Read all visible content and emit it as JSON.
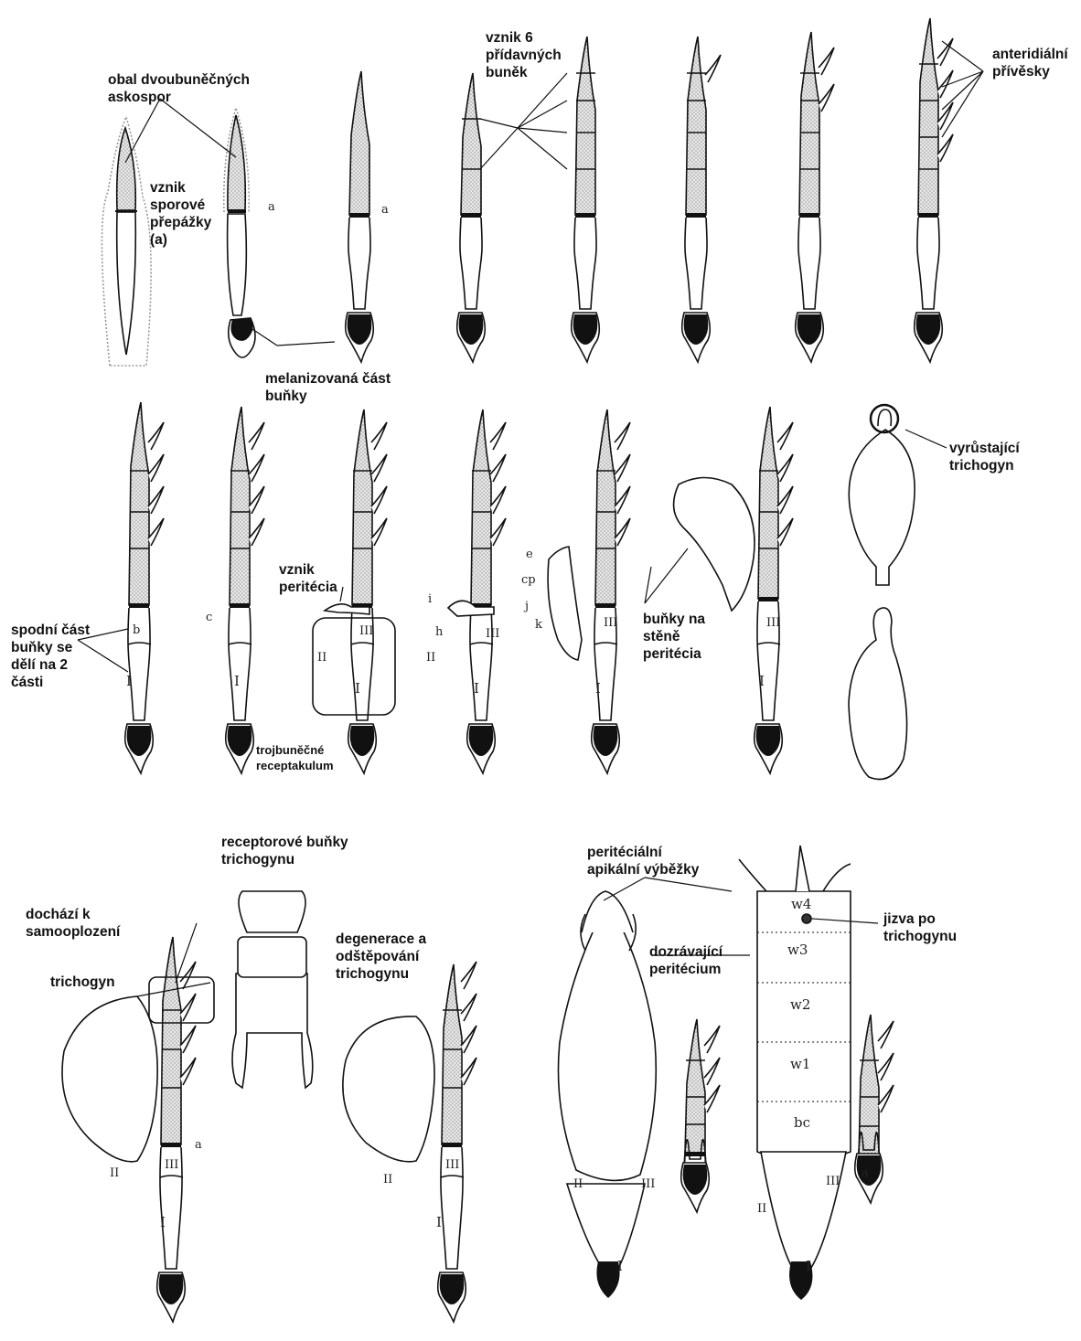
{
  "labels": {
    "obal": "obal dvoubuněčných\naskospor",
    "vznik_prepazky": "vznik\nsporové\npřepážky\n(a)",
    "melanizovana": "melanizovaná část\nbuňky",
    "vznik6": "vznik 6\npřídavných\nbuněk",
    "anteridialni": "anteridiální\npřívěsky",
    "spodni": "spodní část\nbuňky se\ndělí na 2\nčásti",
    "vznik_peritecia": "vznik\nperitécia",
    "trojbunecne": "trojbuněčné\nreceptakulum",
    "bunky_stene": "buňky na\nstěně\nperitécia",
    "vyrustajici": "vyrůstající\ntrichogyn",
    "receptorove": "receptorové buňky\ntrichogynu",
    "samooplozeni": "dochází k\nsamooplození",
    "trichogyn": "trichogyn",
    "degenerace": "degenerace a\nodštěpování\ntrichogynu",
    "peritecialni": "peritéciální\napikální výběžky",
    "dozravajici": "dozrávající\nperitécium",
    "jizva": "jizva po\ntrichogynu"
  },
  "letters": {
    "a": "a",
    "b": "b",
    "c": "c",
    "i": "i",
    "h": "h",
    "e": "e",
    "cp": "cp",
    "j": "j",
    "k": "k",
    "w4": "w4",
    "w3": "w3",
    "w2": "w2",
    "w1": "w1",
    "bc": "bc"
  },
  "roman": {
    "I": "I",
    "II": "II",
    "III": "III"
  }
}
